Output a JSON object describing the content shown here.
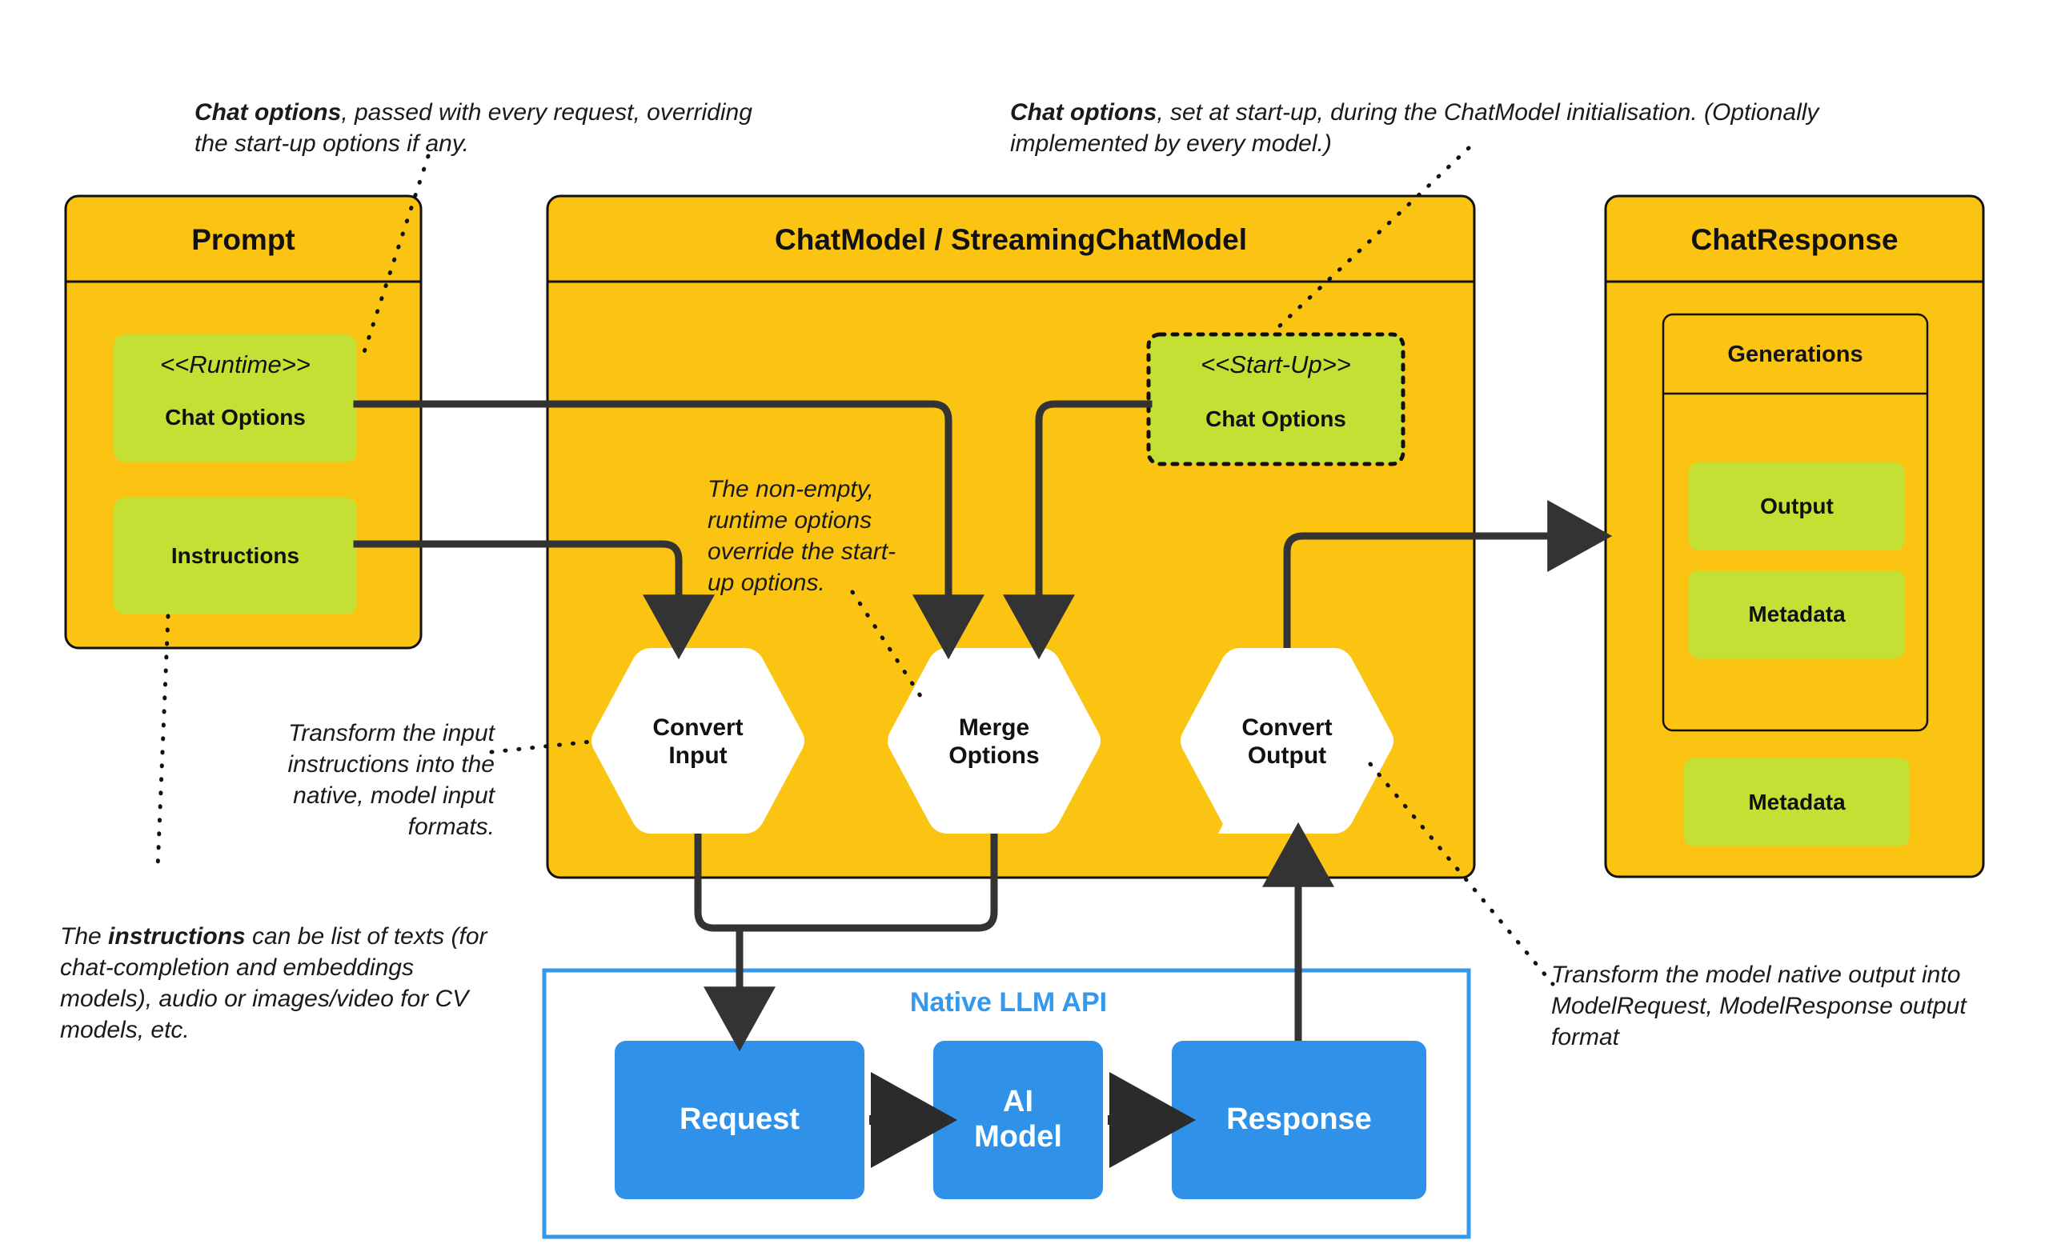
{
  "colors": {
    "yellow": "#FBC412",
    "green": "#C5E035",
    "blue": "#2F92E8",
    "blue_border": "#3498EC",
    "line": "#333333",
    "white": "#FFFFFF"
  },
  "annotations": {
    "runtime_note_bold": "Chat options",
    "runtime_note_rest": ", passed with every  request, overriding the start-up options if any.",
    "startup_note_bold": "Chat options",
    "startup_note_rest": ", set at start-up, during  the ChatModel initialisation. (Optionally implemented by every model.)",
    "merge_note": "The non-empty, runtime options override the start-up options.",
    "convert_input_note": "Transform the input instructions into the native, model input formats.",
    "instructions_note_pre": "The ",
    "instructions_note_bold": "instructions",
    "instructions_note_rest": " can be list of texts (for chat-completion and embeddings models), audio or images/video for CV models, etc.",
    "convert_output_note": "Transform the model native output into ModelRequest, ModelResponse output format"
  },
  "prompt_box": {
    "title": "Prompt",
    "runtime_stereotype": "<<Runtime>>",
    "runtime_label": "Chat Options",
    "instructions_label": "Instructions"
  },
  "chatmodel_box": {
    "title": "ChatModel / StreamingChatModel",
    "startup_stereotype": "<<Start-Up>>",
    "startup_label": "Chat Options",
    "hexagons": [
      {
        "name": "convert-input",
        "line1": "Convert",
        "line2": "Input"
      },
      {
        "name": "merge-options",
        "line1": "Merge",
        "line2": "Options"
      },
      {
        "name": "convert-output",
        "line1": "Convert",
        "line2": "Output"
      }
    ]
  },
  "chatresponse_box": {
    "title": "ChatResponse",
    "generations_title": "Generations",
    "output_label": "Output",
    "generation_metadata_label": "Metadata",
    "response_metadata_label": "Metadata"
  },
  "native_api_box": {
    "title": "Native LLM API",
    "request_label": "Request",
    "ai_model_line1": "AI",
    "ai_model_line2": "Model",
    "response_label": "Response"
  }
}
